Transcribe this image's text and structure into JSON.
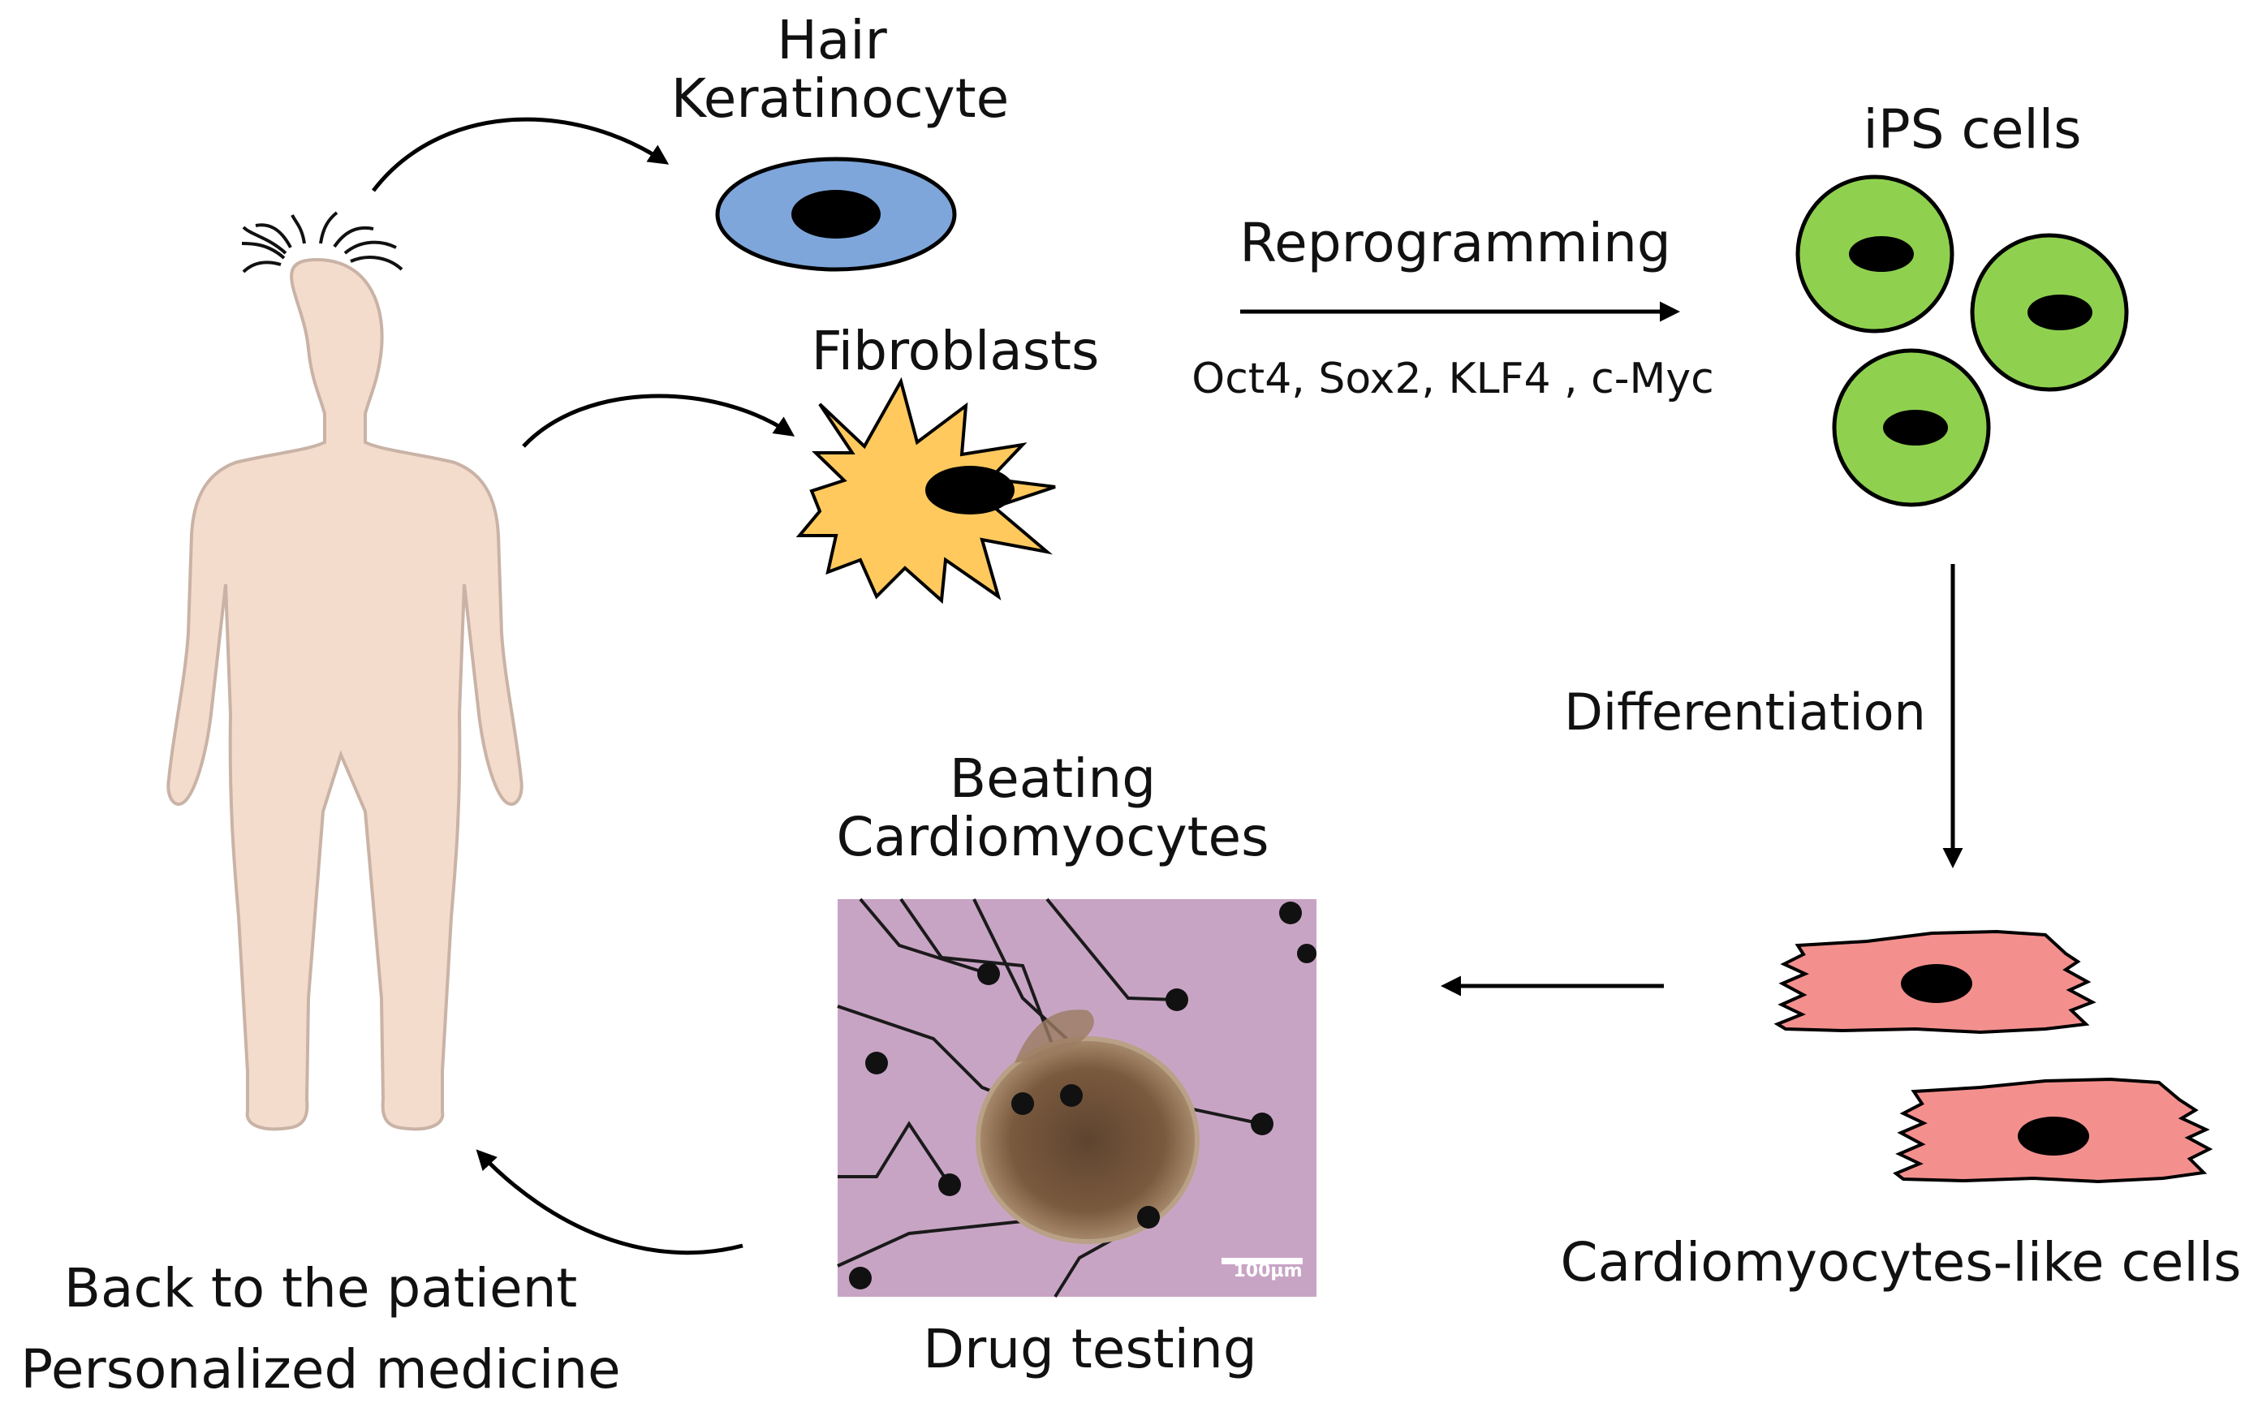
{
  "labels": {
    "hair_line1": "Hair",
    "hair_line2": "Keratinocyte",
    "fibroblasts": "Fibroblasts",
    "reprogramming": "Reprogramming",
    "factors": "Oct4, Sox2, KLF4 , c-Myc",
    "ips_cells": "iPS cells",
    "differentiation": "Differentiation",
    "cm_like": "Cardiomyocytes-like cells",
    "beating_line1": "Beating",
    "beating_line2": "Cardiomyocytes",
    "drug_testing": "Drug testing",
    "back_line1": "Back to the patient",
    "back_line2": "Personalized medicine",
    "scale_bar": "100µm"
  },
  "colors": {
    "keratinocyte": "#7ea6da",
    "fibroblast": "#ffc95e",
    "ips": "#8fd14f",
    "cardiomyocyte": "#f3908e",
    "body": "#f4dccd",
    "micrograph_bg": "#c8a4c4",
    "tissue": "#7a5a3e",
    "nucleus": "#000000"
  }
}
